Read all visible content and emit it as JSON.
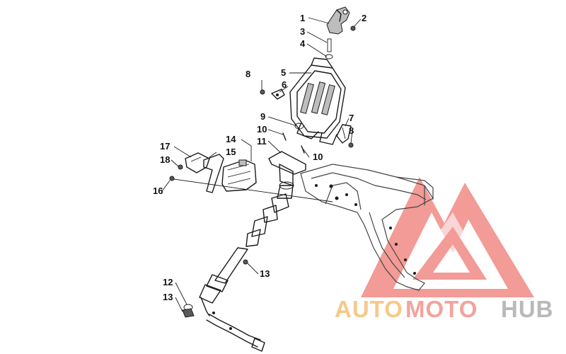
{
  "callouts": {
    "c1": "1",
    "c2": "2",
    "c3": "3",
    "c4": "4",
    "c5": "5",
    "c6": "6",
    "c7": "7",
    "c8a": "8",
    "c8b": "8",
    "c9": "9",
    "c10a": "10",
    "c10b": "10",
    "c11": "11",
    "c12": "12",
    "c13a": "13",
    "c13b": "13",
    "c14": "14",
    "c15": "15",
    "c16": "16",
    "c17": "17",
    "c18": "18"
  },
  "watermark": {
    "word_auto": "AUTO",
    "word_moto": "MOTO",
    "word_hub": "HUB",
    "colors": {
      "logo_red": "#f08a85",
      "auto": "#f5c98a",
      "moto": "#f2a39e",
      "hub": "#b9b9b9"
    }
  }
}
